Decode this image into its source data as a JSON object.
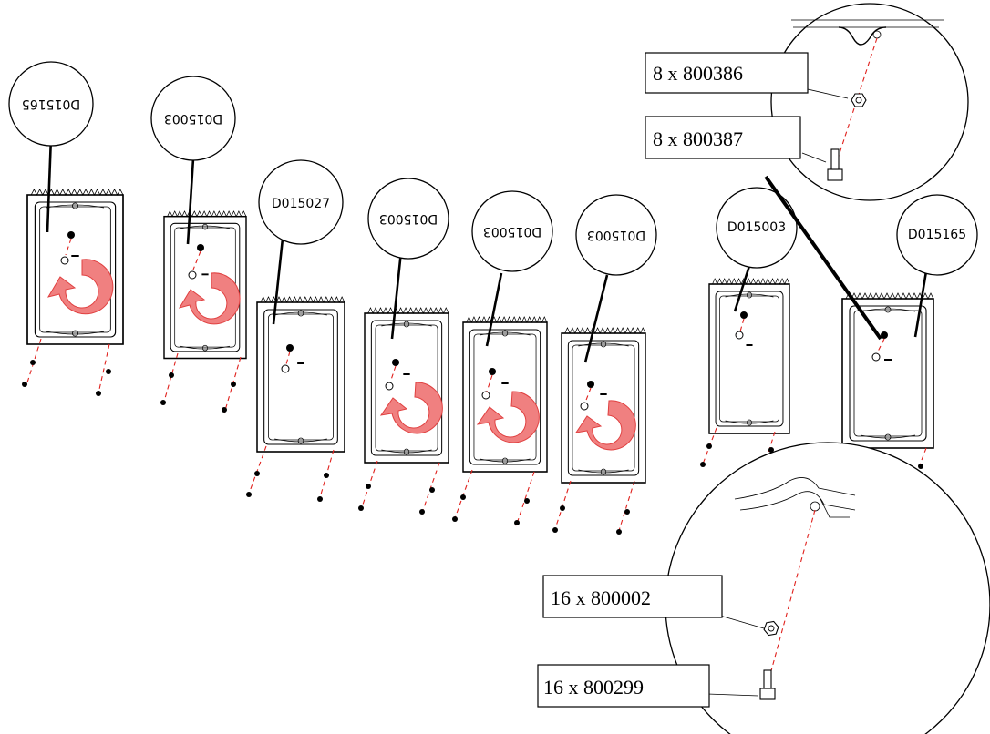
{
  "panels": [
    {
      "label": "D015165",
      "flipped": true
    },
    {
      "label": "D015003",
      "flipped": true
    },
    {
      "label": "D015027",
      "flipped": false
    },
    {
      "label": "D015003",
      "flipped": true
    },
    {
      "label": "D015003",
      "flipped": true
    },
    {
      "label": "D015003",
      "flipped": true
    },
    {
      "label": "D015003",
      "flipped": false
    },
    {
      "label": "D015165",
      "flipped": false
    }
  ],
  "details": {
    "top": {
      "nut_qty": "8 x 800386",
      "bolt_qty": "8 x 800387"
    },
    "bottom": {
      "nut_qty": "16 x 800002",
      "bolt_qty": "16 x 800299"
    }
  },
  "colors": {
    "rotate_arrow": "#f08080",
    "centerline": "#e0201c"
  }
}
